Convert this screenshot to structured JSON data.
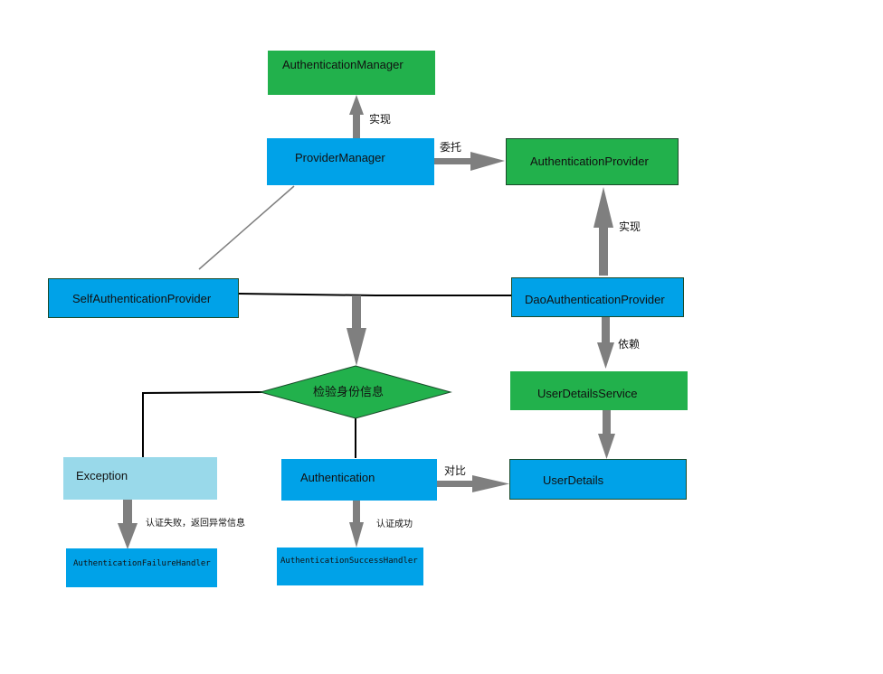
{
  "nodes": {
    "authentication_manager": "AuthenticationManager",
    "provider_manager": "ProviderManager",
    "authentication_provider": "AuthenticationProvider",
    "self_authentication_provider": "SelfAuthenticationProvider",
    "dao_authentication_provider": "DaoAuthenticationProvider",
    "verify_identity": "检验身份信息",
    "user_details_service": "UserDetailsService",
    "exception": "Exception",
    "authentication": "Authentication",
    "user_details": "UserDetails",
    "failure_handler": "AuthenticationFailureHandler",
    "success_handler": "AuthenticationSuccessHandler"
  },
  "edge_labels": {
    "implements_manager": "实现",
    "delegate": "委托",
    "implements_provider": "实现",
    "depends": "依赖",
    "compare": "对比",
    "auth_failure": "认证失败，返回异常信息",
    "auth_success": "认证成功"
  },
  "colors": {
    "green": "#22b14c",
    "blue": "#00a2e8",
    "light_blue": "#99d9ea",
    "arrow_gray": "#7f7f7f",
    "line_black": "#000000"
  }
}
